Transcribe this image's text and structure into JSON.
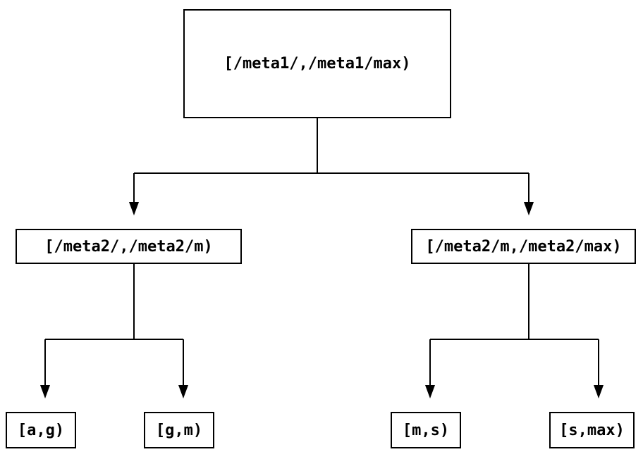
{
  "colors": {
    "background": "#ffffff",
    "line": "#000000",
    "box_border": "#000000",
    "text": "#000000"
  },
  "diagram": {
    "type": "tree",
    "root": {
      "label": "[/meta1/,/meta1/max)"
    },
    "children": [
      {
        "label": "[/meta2/,/meta2/m)"
      },
      {
        "label": "[/meta2/m,/meta2/max)"
      }
    ],
    "leaves": [
      {
        "label": "[a,g)"
      },
      {
        "label": "[g,m)"
      },
      {
        "label": "[m,s)"
      },
      {
        "label": "[s,max)"
      }
    ]
  }
}
